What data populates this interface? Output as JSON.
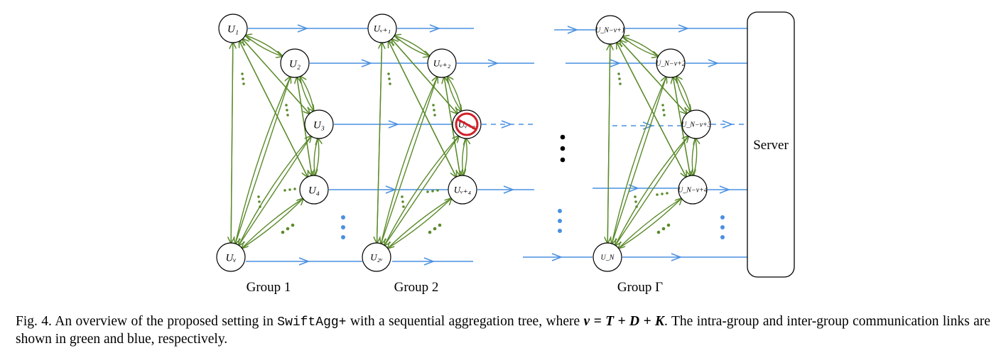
{
  "groups": [
    {
      "label": "Group 1",
      "nodes": [
        "U₁",
        "U₂",
        "U₃",
        "U₄",
        "Uᵥ"
      ]
    },
    {
      "label": "Group 2",
      "nodes": [
        "Uᵥ₊₁",
        "Uᵥ₊₂",
        "Uᵥ₊₃",
        "Uᵥ₊₄",
        "U₂ᵥ"
      ]
    },
    {
      "label": "Group Γ",
      "nodes": [
        "U_N−ν+1",
        "U_N−ν+2",
        "U_N−ν+3",
        "U_N−ν+4",
        "U_N"
      ]
    }
  ],
  "server": {
    "label": "Server"
  },
  "colors": {
    "intra_group": "#5a8a2a",
    "inter_group": "#4a90e0",
    "dropout": "#d0202a"
  },
  "caption": {
    "prefix": "Fig. 4.  An overview of the proposed setting in ",
    "code": "SwiftAgg+",
    "middle": " with a sequential aggregation tree, where ",
    "math": "ν = T + D + K",
    "suffix": ". The intra-group and inter-group communication links are shown in green and blue, respectively."
  }
}
